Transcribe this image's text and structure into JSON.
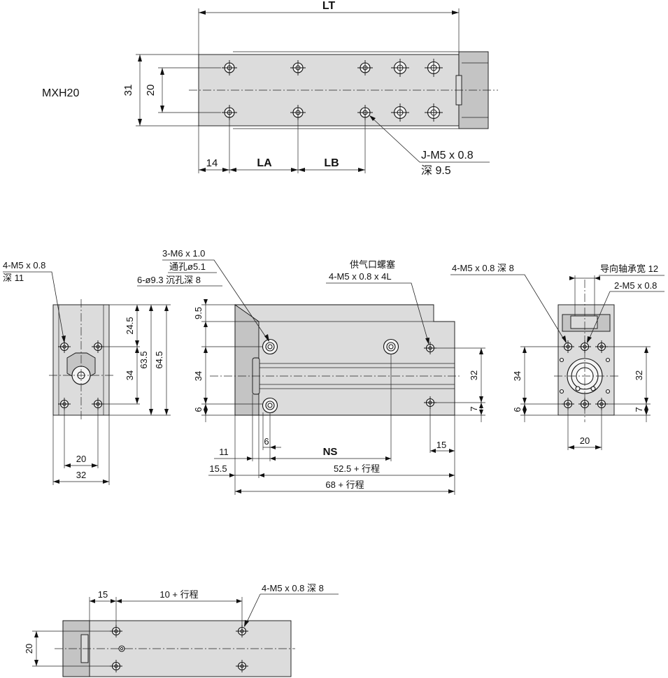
{
  "model": "MXH20",
  "top_view": {
    "lt": "LT",
    "la": "LA",
    "lb": "LB",
    "d14": "14",
    "d31": "31",
    "d20": "20",
    "thread": "J-M5 x 0.8",
    "depth": "深 9.5"
  },
  "left_view": {
    "thread": "4-M5 x 0.8",
    "depth": "深 11",
    "d24_5": "24.5",
    "d63_5": "63.5",
    "d64_5": "64.5",
    "d34": "34",
    "d20": "20",
    "d32": "32"
  },
  "side_view": {
    "callout_1": "3-M6 x 1.0",
    "callout_2": "通孔ø5.1",
    "callout_3": "6-ø9.3 沉孔深 8",
    "port_1": "供气口螺塞",
    "port_2": "4-M5 x 0.8 x 4L",
    "d9_5": "9.5",
    "d34": "34",
    "d6": "6",
    "d32": "32",
    "d7": "7",
    "d11": "11",
    "d6b": "6",
    "ns": "NS",
    "d15": "15",
    "d15_5": "15.5",
    "d52_5": "52.5 + 行程",
    "d68": "68 + 行程"
  },
  "right_view": {
    "thread": "4-M5 x 0.8 深 8",
    "bearing": "导向轴承宽 12",
    "thread2": "2-M5 x 0.8",
    "d34": "34",
    "d6": "6",
    "d32": "32",
    "d7": "7",
    "d20": "20"
  },
  "bottom_view": {
    "d15": "15",
    "stroke": "10 + 行程",
    "thread": "4-M5 x 0.8 深 8",
    "d20": "20"
  }
}
